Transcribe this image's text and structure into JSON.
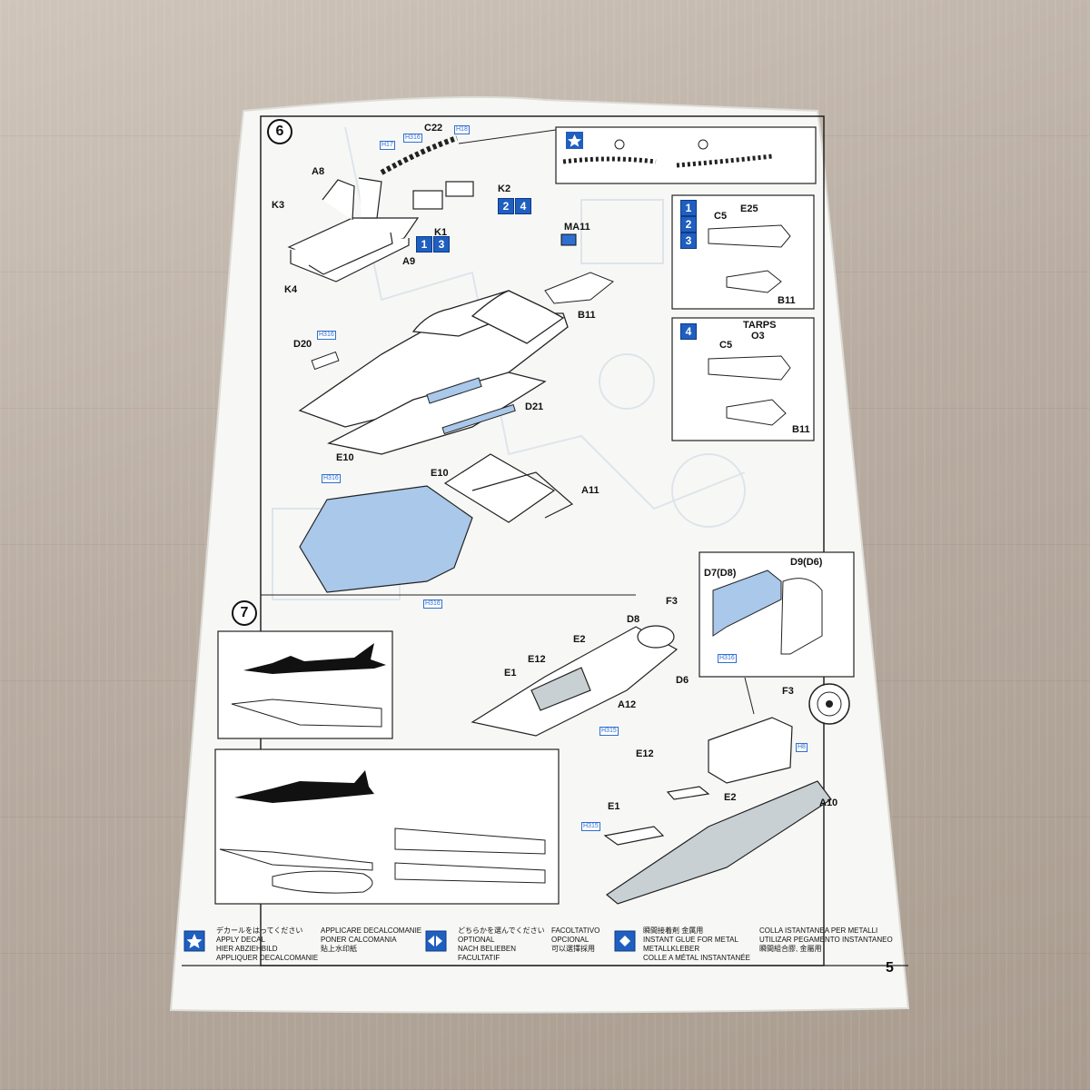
{
  "steps": {
    "step6": "6",
    "step7": "7"
  },
  "parts": {
    "c22": "C22",
    "a8": "A8",
    "k3": "K3",
    "k4": "K4",
    "k1": "K1",
    "k2": "K2",
    "a9": "A9",
    "ma11": "MA11",
    "b11_top": "B11",
    "d20": "D20",
    "d21": "D21",
    "e10a": "E10",
    "e10b": "E10",
    "a11": "A11",
    "c5a": "C5",
    "e25": "E25",
    "b11a": "B11",
    "tarps": "TARPS",
    "c5b": "C5",
    "o3": "O3",
    "b11b": "B11",
    "d7d8": "D7(D8)",
    "d9d6": "D9(D6)",
    "f3a": "F3",
    "f3b": "F3",
    "d8": "D8",
    "e12a": "E12",
    "e2a": "E2",
    "e1a": "E1",
    "d6": "D6",
    "a12": "A12",
    "e12b": "E12",
    "e2b": "E2",
    "e1b": "E1",
    "a10": "A10"
  },
  "glue_refs": {
    "h316": "H316",
    "h315": "H315",
    "h8": "H8",
    "h17": "H17",
    "h18": "H18"
  },
  "option_chips": {
    "k2_opts": [
      "2",
      "4"
    ],
    "k1_opts": [
      "1",
      "3"
    ],
    "box1_opts": [
      "1",
      "2",
      "3"
    ],
    "box2_opt": "4"
  },
  "legend": {
    "decal": {
      "ja": "デカールをはってください",
      "en": "APPLY DECAL",
      "de": "HIER ABZIEHBILD",
      "fr": "APPLIQUER DECALCOMANIE",
      "it": "APPLICARE DECALCOMANIE",
      "es": "PONER CALCOMANIA",
      "zh": "貼上水印紙"
    },
    "optional": {
      "ja": "どちらかを選んでください",
      "en": "OPTIONAL",
      "de": "NACH BELIEBEN",
      "fr": "FACULTATIF",
      "it": "FACOLTATIVO",
      "es": "OPCIONAL",
      "zh": "可以選擇採用"
    },
    "glue": {
      "ja": "瞬間接着剤 金属用",
      "en": "INSTANT GLUE FOR METAL",
      "de": "METALLKLEBER",
      "fr": "COLLE A MÉTAL INSTANTANÉE",
      "it": "COLLA ISTANTANEA PER METALLI",
      "es": "UTILIZAR PEGAMENTO INSTANTANEO",
      "zh": "瞬間組合膠, 金屬用"
    }
  },
  "page_number": "5",
  "colors": {
    "accent": "#1f5fbf",
    "light_blue": "#a9c8ea",
    "ink": "#111111"
  }
}
